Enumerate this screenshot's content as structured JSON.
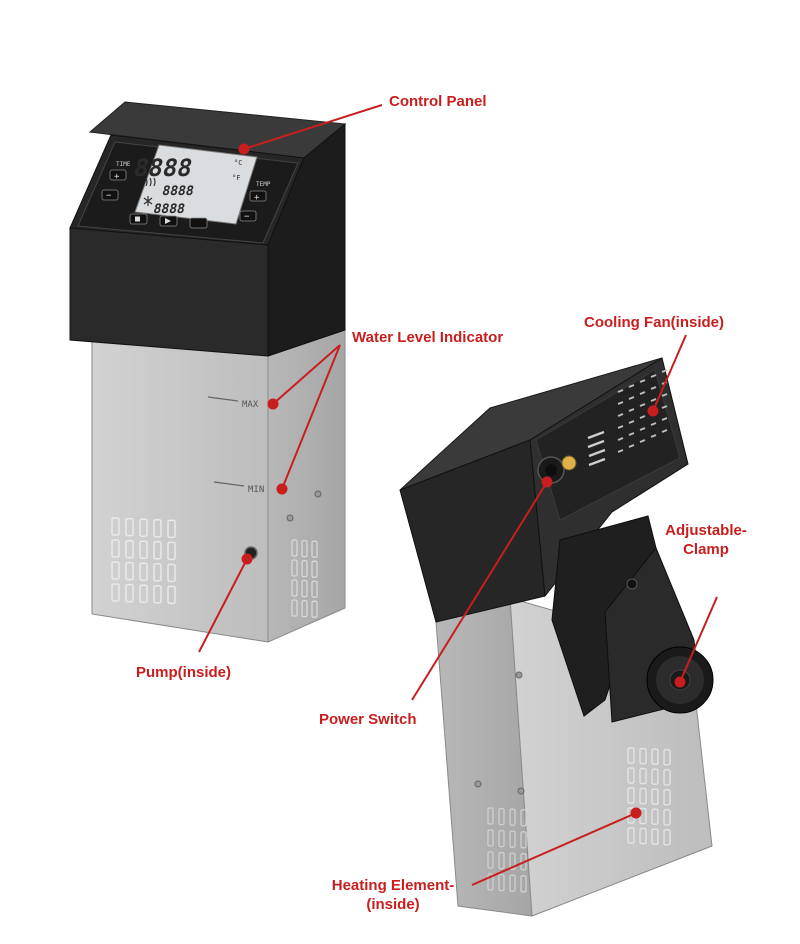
{
  "labels": {
    "control_panel": "Control Panel",
    "water_level": "Water Level Indicator",
    "cooling_fan": "Cooling Fan(inside)",
    "adjustable_clamp_line1": "Adjustable-",
    "adjustable_clamp_line2": "Clamp",
    "pump": "Pump(inside)",
    "power_switch": "Power Switch",
    "heating_line1": "Heating Element-",
    "heating_line2": "(inside)"
  },
  "panel": {
    "time_label": "TIME",
    "temp_label": "TEMP",
    "main_display": "8888",
    "unit_c": "°C",
    "unit_f": "°F",
    "sub_display_1": "8888",
    "sub_display_2": "8888",
    "plus": "+",
    "minus": "−"
  },
  "body_marks": {
    "max": "MAX",
    "min": "MIN"
  },
  "colors": {
    "accent_red": "#c81e1e",
    "housing_dark": "#2b2b2b",
    "housing_steel": "#c9c9c9",
    "lcd": "#d9dde0"
  }
}
